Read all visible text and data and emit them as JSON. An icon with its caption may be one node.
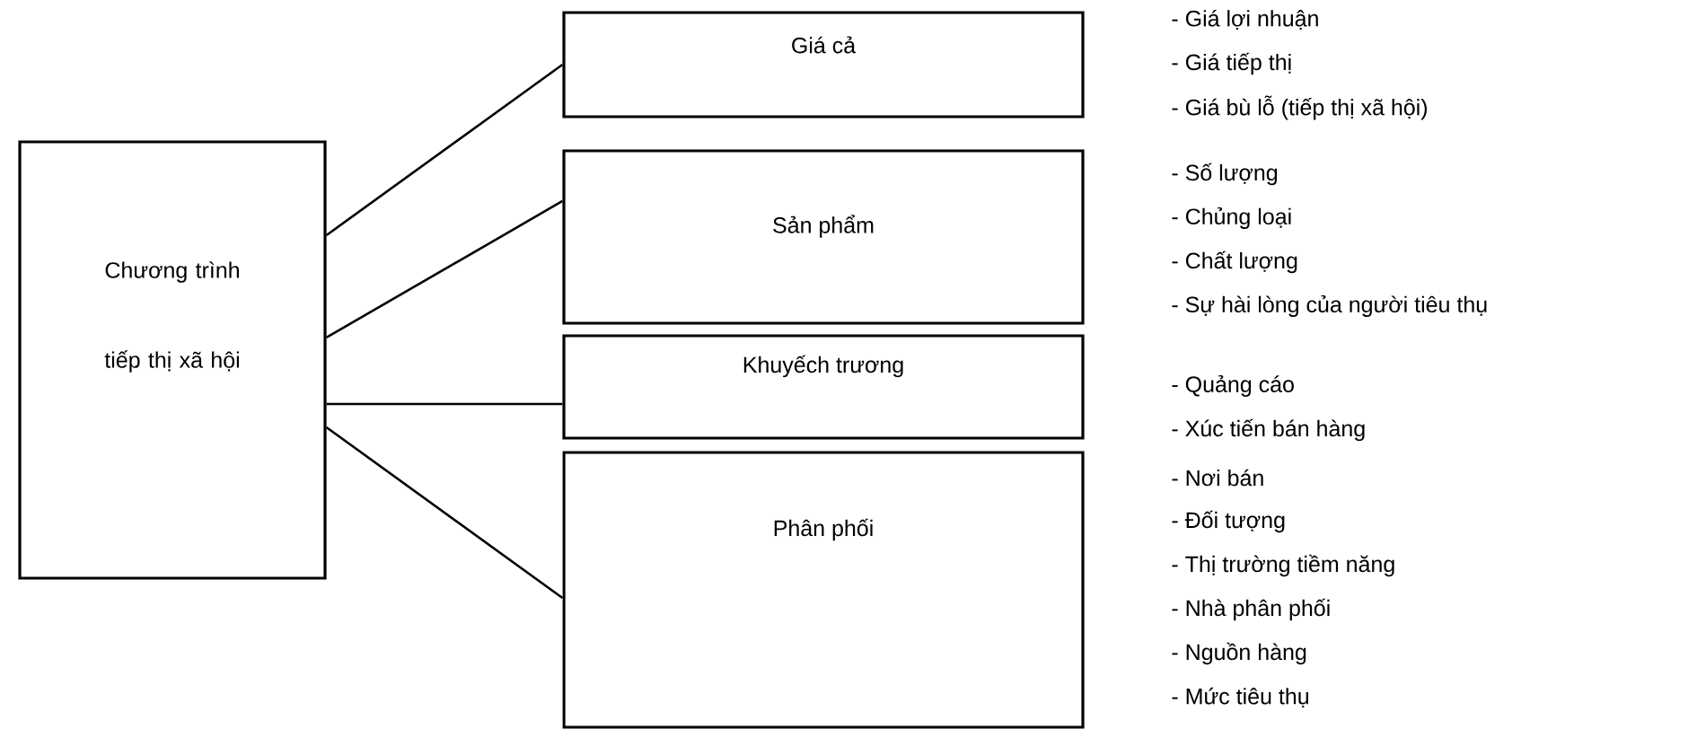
{
  "diagram": {
    "nodes": [
      {
        "text": [
          "Chương trình tiếp thị xã hội"
        ]
      },
      {
        "text": [
          "Giá cả"
        ],
        "beside": [
          "- Giá lợi nhuận",
          "- Giá tiếp thị",
          "- Giá bù lỗ (tiếp thị xã hội)"
        ]
      },
      {
        "text": [
          "Sản phẩm"
        ],
        "beside": [
          "- Số lượng",
          "- Chủng loại",
          "- Chất lượng",
          "- Sự hài lòng của người tiêu thụ"
        ]
      },
      {
        "text": [
          "Khuyếch trương"
        ],
        "beside": [
          "- Quảng cáo",
          "- Xúc tiến bán hàng"
        ]
      },
      {
        "text": [
          "Phân phối"
        ],
        "beside": [
          "- Nơi bán",
          "- Đối tượng",
          "- Thị trường tiềm năng",
          "- Nhà phân phối",
          "- Nguồn hàng",
          "- Mức tiêu thụ"
        ]
      }
    ],
    "edges": [
      {
        "from": 0,
        "to": 1,
        "arrow": "none"
      },
      {
        "from": 0,
        "to": 2,
        "arrow": "none"
      },
      {
        "from": 0,
        "to": 3,
        "arrow": "none"
      },
      {
        "from": 0,
        "to": 4,
        "arrow": "none"
      }
    ]
  }
}
